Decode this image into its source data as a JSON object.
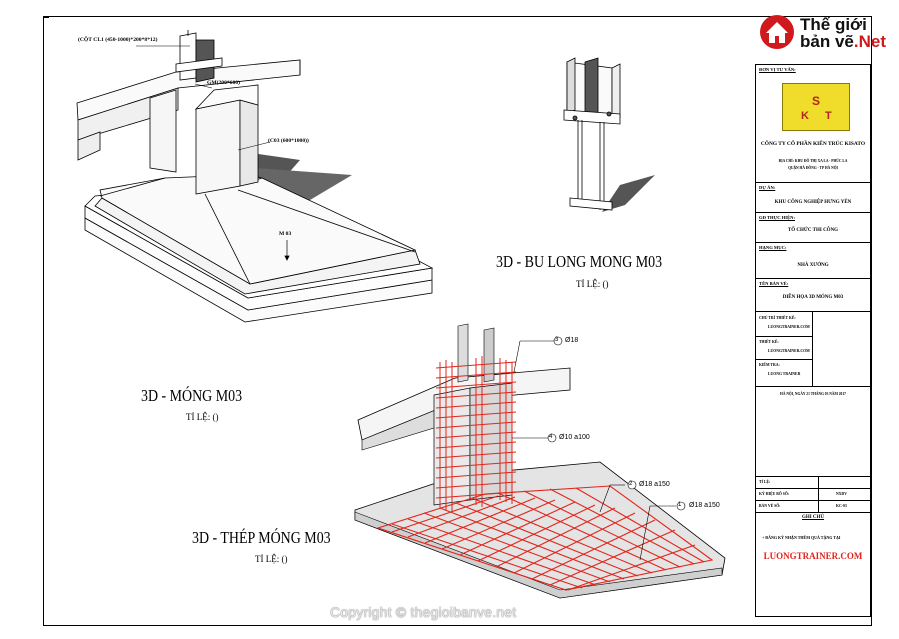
{
  "brand": {
    "line1": "Thế giới",
    "line2": "bản vẽ",
    "line2_suffix": ".Net"
  },
  "views": {
    "mong": {
      "title": "3D -  MÓNG M03",
      "scale": "TỈ LỆ: ()"
    },
    "bulong": {
      "title": "3D -  BU LONG MONG M03",
      "scale": "TỈ LỆ: ()"
    },
    "thep": {
      "title": "3D - THÉP MÓNG M03",
      "scale": "TỈ LỆ: ()"
    }
  },
  "annotations": {
    "cot": "(CỘT CL1 (450-1000)*200*8*12)",
    "gm": "GM(200*600)",
    "c3": "(C03 (600*1000))",
    "m03": "M 03"
  },
  "rebars": [
    {
      "num": "3",
      "text": "Ø18"
    },
    {
      "num": "4",
      "text": "Ø10 a100"
    },
    {
      "num": "2",
      "text": "Ø18 a150"
    },
    {
      "num": "1",
      "text": "Ø18 a150"
    }
  ],
  "titleblock": {
    "consultant_label": "ĐƠN VỊ TƯ VẤN:",
    "logo_s": "S",
    "logo_k": "K",
    "logo_t": "T",
    "company": "CÔNG TY CỔ PHẦN KIẾN TRÚC KISATO",
    "address1": "ĐỊA CHỈ: KHU ĐÔ THỊ XA LA - PHÚC LA",
    "address2": "QUẬN HÀ ĐÔNG - TP HÀ NỘI",
    "project_label": "DỰ ÁN:",
    "project": "KHU CÔNG NGHIỆP HƯNG YÊN",
    "contractor_label": "GĐ THỰC HIỆN:",
    "contractor": "TỔ CHỨC THI CÔNG",
    "item_label": "HẠNG MỤC:",
    "item": "NHÀ XƯỞNG",
    "drawing_label": "TÊN BẢN VẼ:",
    "drawing": "DIỄN HỌA 3D MÓNG M03",
    "designer_label": "CHỦ TRÌ THIẾT KẾ:",
    "designer": "LUONGTRAINER.COM",
    "drafter_label": "THIẾT KẾ:",
    "drafter": "LUONGTRAINER.COM",
    "checker_label": "KIỂM TRA:",
    "checker": "LUONG TRAINER",
    "date": "HÀ NỘI, NGÀY 21 THÁNG 03 NĂM 2017",
    "scale_label": "TỈ LỆ:",
    "sheet_label": "KÝ HIỆU BỐ SỐ:",
    "sheet": "NXDV",
    "number_label": "BẢN VẼ SỐ:",
    "number": "KC-03",
    "notes_label": "GHI CHÚ",
    "notes": "+ ĐĂNG KÝ NHẬN THÊM QUÀ TẶNG TẠI",
    "site": "LUONGTRAINER.COM"
  },
  "copyright": "Copyright © thegioibanve.net"
}
